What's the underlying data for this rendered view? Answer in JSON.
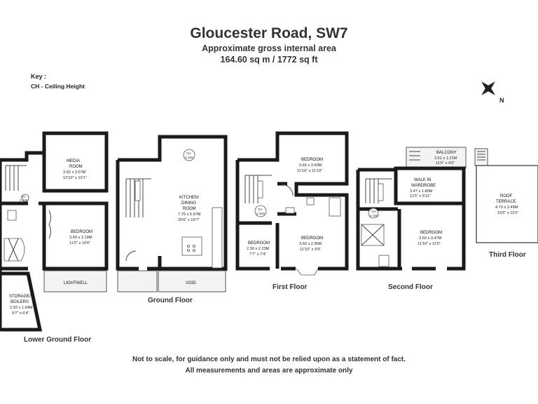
{
  "header": {
    "title": "Gloucester Road, SW7",
    "subtitle": "Approximate gross internal area",
    "area": "164.60 sq m / 1772 sq ft"
  },
  "key": {
    "heading": "Key :",
    "item": "CH - Ceiling Height"
  },
  "compass": {
    "north_label": "N",
    "icon": "compass-icon"
  },
  "floors": {
    "lower_ground": {
      "label": "Lower Ground Floor",
      "ceiling": "CH\n2.47m",
      "rooms": {
        "media": {
          "name": "MEDIA",
          "name2": "ROOM",
          "metric": "3.92 x 3.07M",
          "imperial": "12'10\" x 10'1\""
        },
        "bedroom": {
          "name": "BEDROOM",
          "metric": "3.49 x 3.19M",
          "imperial": "11'5\" x 10'6\""
        },
        "lightwell": {
          "name": "LIGHTWELL"
        },
        "storage": {
          "name": "STORAGE/",
          "name2": "BOILERS",
          "metric": "2.93 x 1.94M",
          "imperial": "9'7\" x 6'4\""
        }
      }
    },
    "ground": {
      "label": "Ground Floor",
      "ceiling_label": "CH",
      "ceiling_value": "2.43m",
      "rooms": {
        "kitchen": {
          "name": "KITCHEN/",
          "name2": "DINING",
          "name3": "ROOM",
          "metric": "7.76 x 5.97M",
          "imperial": "25'6\" x 19'7\""
        },
        "void": {
          "name": "VOID"
        }
      }
    },
    "first": {
      "label": "First Floor",
      "ceiling_label": "CH",
      "ceiling_value": "2.33m",
      "rooms": {
        "bedroom_top": {
          "name": "BEDROOM",
          "metric": "3.60 x 3.60M",
          "imperial": "11'10\" x 11'10\""
        },
        "bedroom_small": {
          "name": "BEDROOM",
          "metric": "2.30 x 2.23M",
          "imperial": "7'7\" x 7'4\""
        },
        "bedroom_front": {
          "name": "BEDROOM",
          "metric": "3.60 x 2.96M",
          "imperial": "11'10\" x 9'9\""
        }
      }
    },
    "second": {
      "label": "Second Floor",
      "ceiling_label": "CH",
      "ceiling_value": "2.18m",
      "rooms": {
        "balcony": {
          "name": "BALCONY",
          "metric": "3.51 x 1.21M",
          "imperial": "11'6\" x 4'0\""
        },
        "wardrobe": {
          "name": "WALK IN",
          "name2": "WARDROBE",
          "metric": "3.47 x 1.80M",
          "imperial": "11'5\" x 5'11\""
        },
        "bedroom": {
          "name": "BEDROOM",
          "metric": "3.60 x 3.47M",
          "imperial": "11'10\" x 11'5\""
        }
      }
    },
    "third": {
      "label": "Third Floor",
      "rooms": {
        "terrace": {
          "name": "ROOF",
          "name2": "TERRACE",
          "metric": "4.73 x 3.49M",
          "imperial": "15'6\" x 11'5\""
        }
      }
    }
  },
  "disclaimer": {
    "line1": "Not to scale, for guidance only and must not be relied upon as a statement of fact.",
    "line2": "All measurements and areas are approximate only"
  }
}
